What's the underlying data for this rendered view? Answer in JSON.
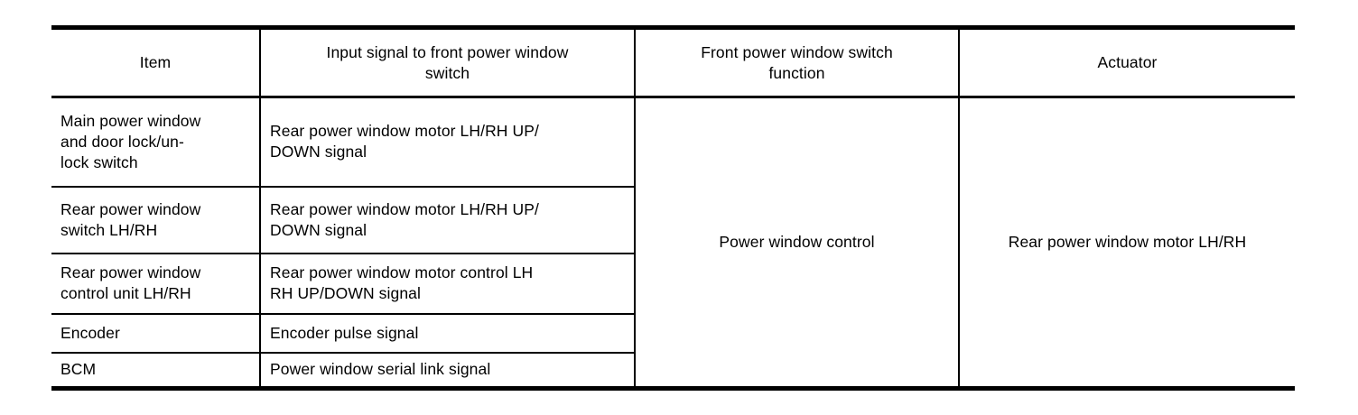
{
  "colors": {
    "background": "#ffffff",
    "border": "#000000",
    "text": "#000000"
  },
  "table": {
    "columns": [
      {
        "key": "item",
        "label": "Item"
      },
      {
        "key": "input_signal",
        "label": "Input signal to front power window\nswitch"
      },
      {
        "key": "function",
        "label": "Front power window switch\nfunction"
      },
      {
        "key": "actuator",
        "label": "Actuator"
      }
    ],
    "rows": [
      {
        "item": "Main power window\nand door lock/un-\nlock switch",
        "input_signal": "Rear power window motor LH/RH UP/\nDOWN signal"
      },
      {
        "item": "Rear power window\nswitch LH/RH",
        "input_signal": "Rear power window motor LH/RH UP/\nDOWN signal"
      },
      {
        "item": "Rear power window\ncontrol unit LH/RH",
        "input_signal": "Rear power window motor control LH\nRH UP/DOWN signal"
      },
      {
        "item": "Encoder",
        "input_signal": "Encoder pulse signal"
      },
      {
        "item": "BCM",
        "input_signal": "Power window serial link signal"
      }
    ],
    "merged": {
      "function": "Power window control",
      "actuator": "Rear power window motor LH/RH"
    }
  }
}
